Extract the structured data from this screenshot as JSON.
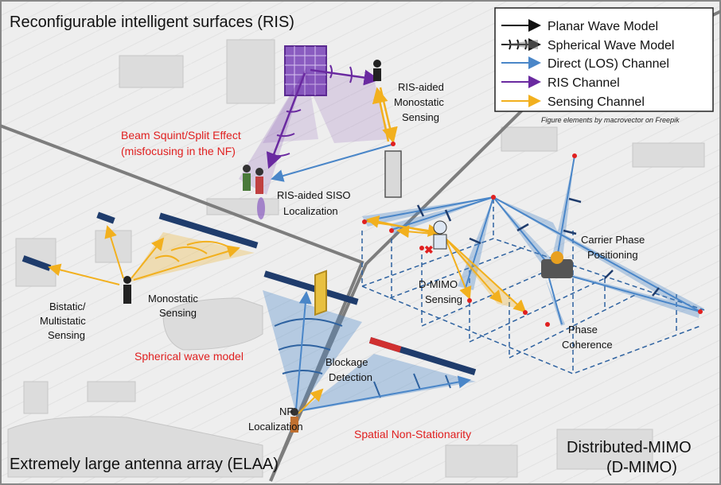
{
  "titles": {
    "ris": "Reconfigurable intelligent surfaces (RIS)",
    "elaa": "Extremely large antenna array (ELAA)",
    "dmimo_line1": "Distributed-MIMO",
    "dmimo_line2": "(D-MIMO)"
  },
  "legend": {
    "items": [
      {
        "label": "Planar Wave Model",
        "color": "#111111"
      },
      {
        "label": "Spherical Wave Model",
        "color": "#111111"
      },
      {
        "label": "Direct (LOS) Channel",
        "color": "#4a86c8"
      },
      {
        "label": "RIS Channel",
        "color": "#6a2aa0"
      },
      {
        "label": "Sensing Channel",
        "color": "#f2b01e"
      }
    ],
    "credit": "Figure elements by macrovector on Freepik"
  },
  "ris_labels": {
    "monostatic_1": "RIS-aided",
    "monostatic_2": "Monostatic",
    "monostatic_3": "Sensing",
    "squint_1": "Beam Squint/Split Effect",
    "squint_2": "(misfocusing in the NF)",
    "siso_1": "RIS-aided SISO",
    "siso_2": "Localization"
  },
  "elaa_labels": {
    "bistatic_1": "Bistatic/",
    "bistatic_2": "Multistatic",
    "bistatic_3": "Sensing",
    "mono_1": "Monostatic",
    "mono_2": "Sensing",
    "spherical": "Spherical wave model",
    "blockage_1": "Blockage",
    "blockage_2": "Detection",
    "nf_1": "NF",
    "nf_2": "Localization",
    "nonstationary": "Spatial Non-Stationarity"
  },
  "dmimo_labels": {
    "carrier_1": "Carrier Phase",
    "carrier_2": "Positioning",
    "sensing_1": "D-MIMO",
    "sensing_2": "Sensing",
    "phase_1": "Phase",
    "phase_2": "Coherence"
  },
  "colors": {
    "direct": "#4a86c8",
    "ris": "#6a2aa0",
    "sensing": "#f2b01e",
    "red_text": "#e02020",
    "background_gray": "#e9e9e9"
  }
}
